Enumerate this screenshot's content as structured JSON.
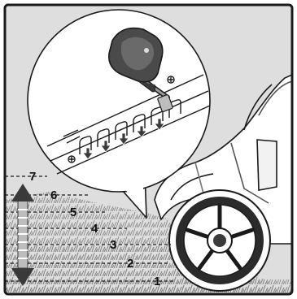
{
  "levels": [
    {
      "label": "1"
    },
    {
      "label": "2"
    },
    {
      "label": "3"
    },
    {
      "label": "4"
    },
    {
      "label": "5"
    },
    {
      "label": "6"
    },
    {
      "label": "7"
    }
  ],
  "colors": {
    "background": "#dedede",
    "frame": "#1a1a1a",
    "callout": "#ffffff",
    "arrow": "#3a3a3a",
    "grass": "#8a8a8a"
  },
  "icons": {
    "adjust_lever": "height-adjust-lever-icon",
    "up_down_arrow": "up-down-arrow-icon",
    "wheel": "wheel-icon"
  }
}
